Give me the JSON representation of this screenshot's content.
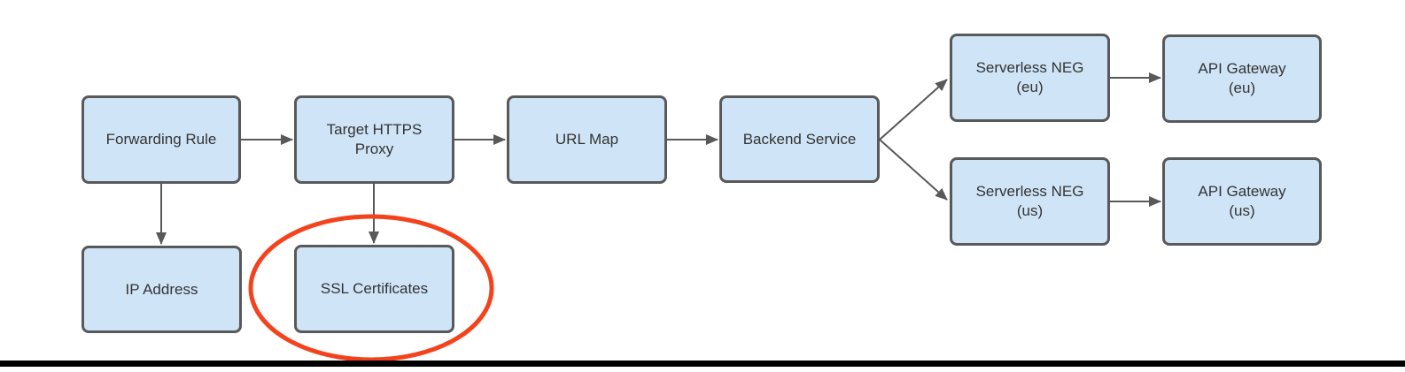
{
  "colors": {
    "canvas": "#ffffff",
    "node_fill": "#cfe5f7",
    "node_border": "#595959",
    "connector": "#595959",
    "text": "#333333",
    "highlight": "#f4421c",
    "bottom_bar": "#000000"
  },
  "nodes": [
    {
      "id": "forwarding-rule",
      "label": "Forwarding Rule"
    },
    {
      "id": "target-https-proxy",
      "label": "Target HTTPS\nProxy"
    },
    {
      "id": "url-map",
      "label": "URL Map"
    },
    {
      "id": "backend-service",
      "label": "Backend Service"
    },
    {
      "id": "serverless-neg-eu",
      "label": "Serverless NEG\n(eu)"
    },
    {
      "id": "api-gateway-eu",
      "label": "API Gateway\n(eu)"
    },
    {
      "id": "serverless-neg-us",
      "label": "Serverless NEG\n(us)"
    },
    {
      "id": "api-gateway-us",
      "label": "API Gateway\n(us)"
    },
    {
      "id": "ip-address",
      "label": "IP Address"
    },
    {
      "id": "ssl-certificates",
      "label": "SSL Certificates"
    }
  ],
  "edges": [
    {
      "from": "forwarding-rule",
      "to": "target-https-proxy"
    },
    {
      "from": "target-https-proxy",
      "to": "url-map"
    },
    {
      "from": "url-map",
      "to": "backend-service"
    },
    {
      "from": "backend-service",
      "to": "serverless-neg-eu"
    },
    {
      "from": "backend-service",
      "to": "serverless-neg-us"
    },
    {
      "from": "serverless-neg-eu",
      "to": "api-gateway-eu"
    },
    {
      "from": "serverless-neg-us",
      "to": "api-gateway-us"
    },
    {
      "from": "forwarding-rule",
      "to": "ip-address"
    },
    {
      "from": "target-https-proxy",
      "to": "ssl-certificates"
    }
  ],
  "annotations": [
    {
      "type": "ellipse-highlight",
      "target": "ssl-certificates"
    }
  ]
}
